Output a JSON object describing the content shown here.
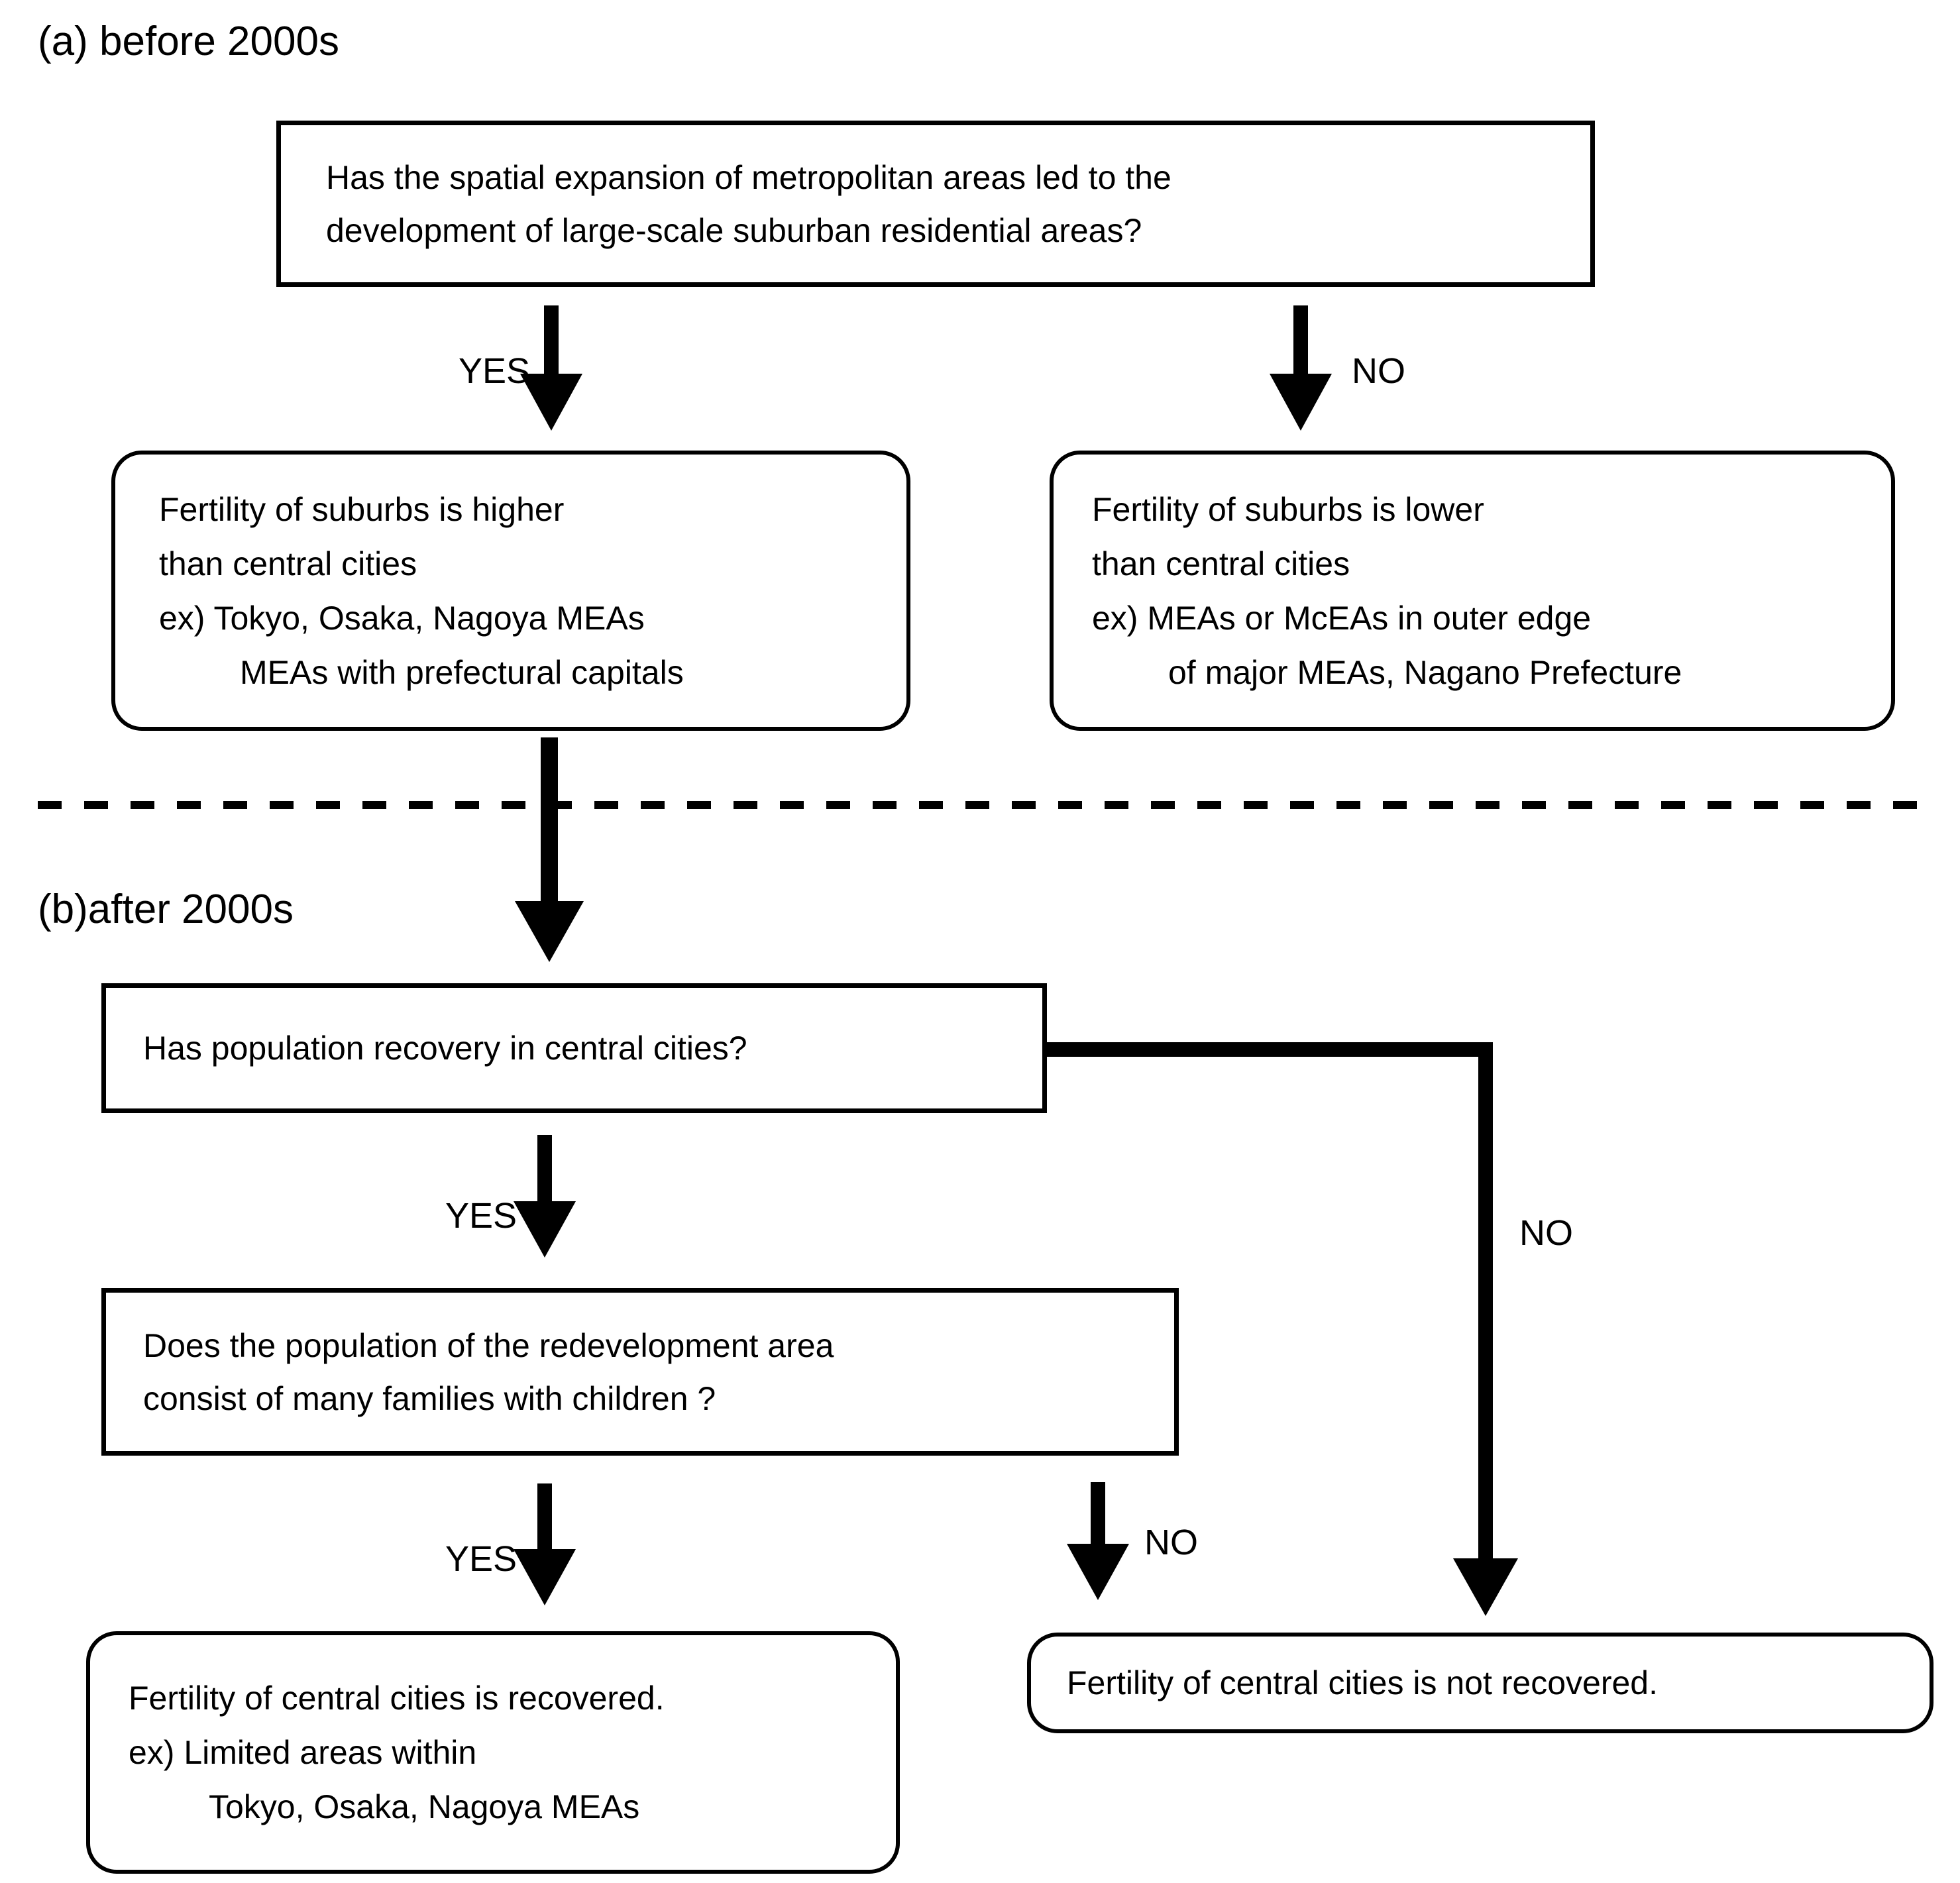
{
  "figure": {
    "colors": {
      "ink": "#000000",
      "background": "#ffffff"
    },
    "section_a": {
      "label": "(a) before 2000s",
      "question": {
        "line1": "Has the spatial expansion of metropolitan areas led to the",
        "line2": "development of large-scale suburban residential areas?"
      },
      "yes_label": "YES",
      "no_label": "NO",
      "outcome_yes": {
        "line1": "Fertility of suburbs is higher",
        "line2": "than central cities",
        "line3": "ex) Tokyo, Osaka, Nagoya MEAs",
        "line4": "MEAs with prefectural capitals"
      },
      "outcome_no": {
        "line1": "Fertility of suburbs is lower",
        "line2": "than central cities",
        "line3": "ex) MEAs or McEAs in outer edge",
        "line4": "of major MEAs, Nagano Prefecture"
      }
    },
    "section_b": {
      "label": "(b)after 2000s",
      "question1": {
        "line1": "Has population recovery in central cities?"
      },
      "yes1_label": "YES",
      "no1_label": "NO",
      "question2": {
        "line1": "Does the population of the redevelopment area",
        "line2": "consist of many families with children ?"
      },
      "yes2_label": "YES",
      "no2_label": "NO",
      "outcome_yes": {
        "line1": "Fertility of central cities is recovered.",
        "line2": "ex) Limited areas within",
        "line3": "Tokyo, Osaka, Nagoya MEAs"
      },
      "outcome_no": {
        "line1": "Fertility of central cities is not recovered."
      }
    }
  }
}
